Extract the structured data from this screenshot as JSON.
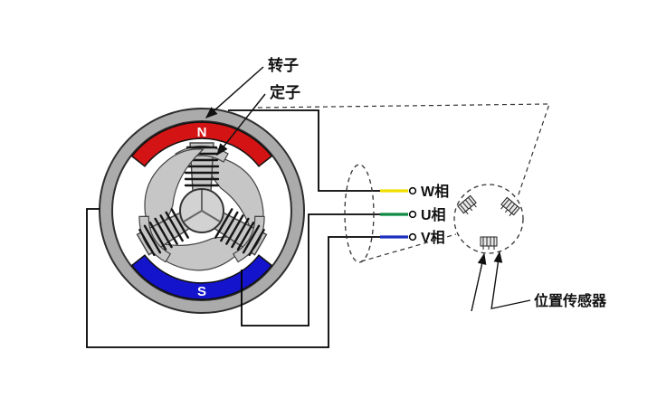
{
  "diagram": {
    "title": "brushless-dc-motor-structure",
    "motor": {
      "pole_n": "N",
      "pole_s": "S",
      "rotor_label": "转子",
      "stator_label": "定子"
    },
    "phases": [
      {
        "name": "W相",
        "wire_color": "#f0df00"
      },
      {
        "name": "U相",
        "wire_color": "#0d8a41"
      },
      {
        "name": "V相",
        "wire_color": "#1b2fc0"
      }
    ],
    "sensor_label": "位置传感器",
    "colors": {
      "magnet_n": "#d41414",
      "magnet_s": "#1414cc",
      "stator_ring": "#ababab",
      "rotor_body": "#c6c6c6",
      "hub": "#d2d2d2"
    }
  }
}
